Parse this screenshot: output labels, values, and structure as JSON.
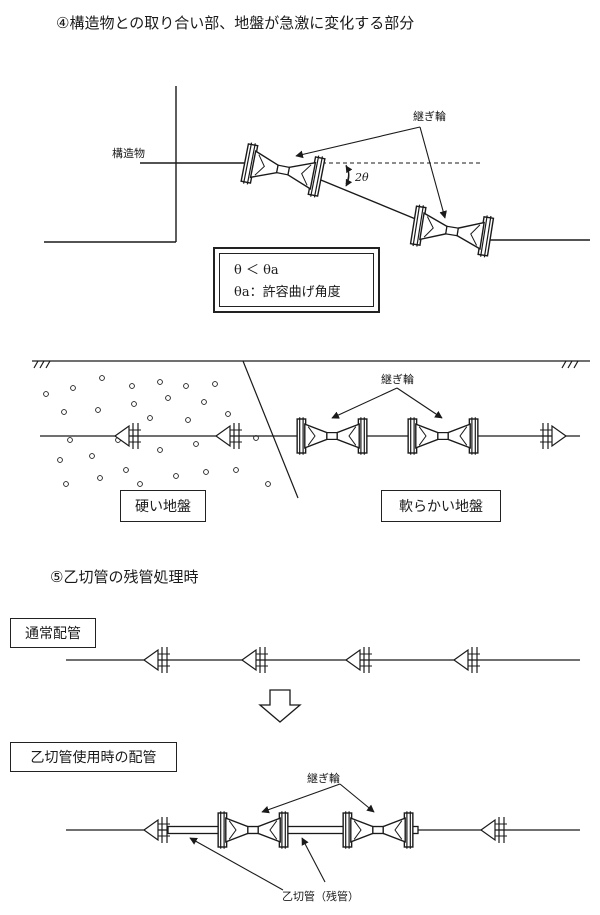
{
  "section4": {
    "heading": "④構造物との取り合い部、地盤が急激に変化する部分",
    "structure_label": "構造物",
    "joint_label": "継ぎ輪",
    "angle_label": "2θ",
    "formula_line1": "θ ＜ θa",
    "formula_line2": "θa：許容曲げ角度",
    "joint_label2": "継ぎ輪",
    "hard_ground": "硬い地盤",
    "soft_ground": "軟らかい地盤"
  },
  "section5": {
    "heading": "⑤乙切管の残管処理時",
    "normal_piping": "通常配管",
    "cut_pipe_piping": "乙切管使用時の配管",
    "joint_label": "継ぎ輪",
    "cut_pipe_label": "乙切管（残管）"
  },
  "colors": {
    "ink": "#1a1a1a"
  }
}
